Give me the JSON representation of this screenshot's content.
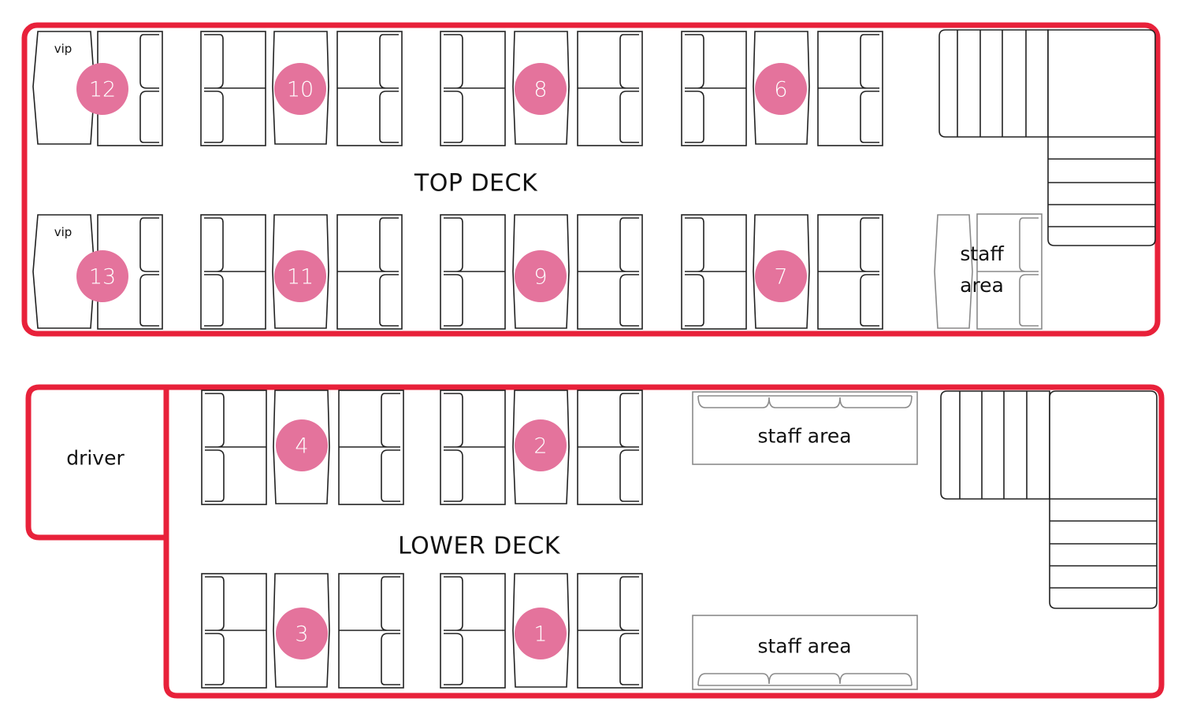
{
  "top_deck": {
    "label": "TOP DECK",
    "vip_label": "vip",
    "staff_area_label": "staff area",
    "seat_numbers": {
      "s12": "12",
      "s10": "10",
      "s8": "8",
      "s6": "6",
      "s13": "13",
      "s11": "11",
      "s9": "9",
      "s7": "7"
    }
  },
  "lower_deck": {
    "label": "LOWER DECK",
    "driver_label": "driver",
    "staff_area_label": "staff area",
    "seat_numbers": {
      "s4": "4",
      "s2": "2",
      "s3": "3",
      "s1": "1"
    }
  },
  "colors": {
    "outline": "#e8213a",
    "seat_badge": "#e4739c"
  }
}
